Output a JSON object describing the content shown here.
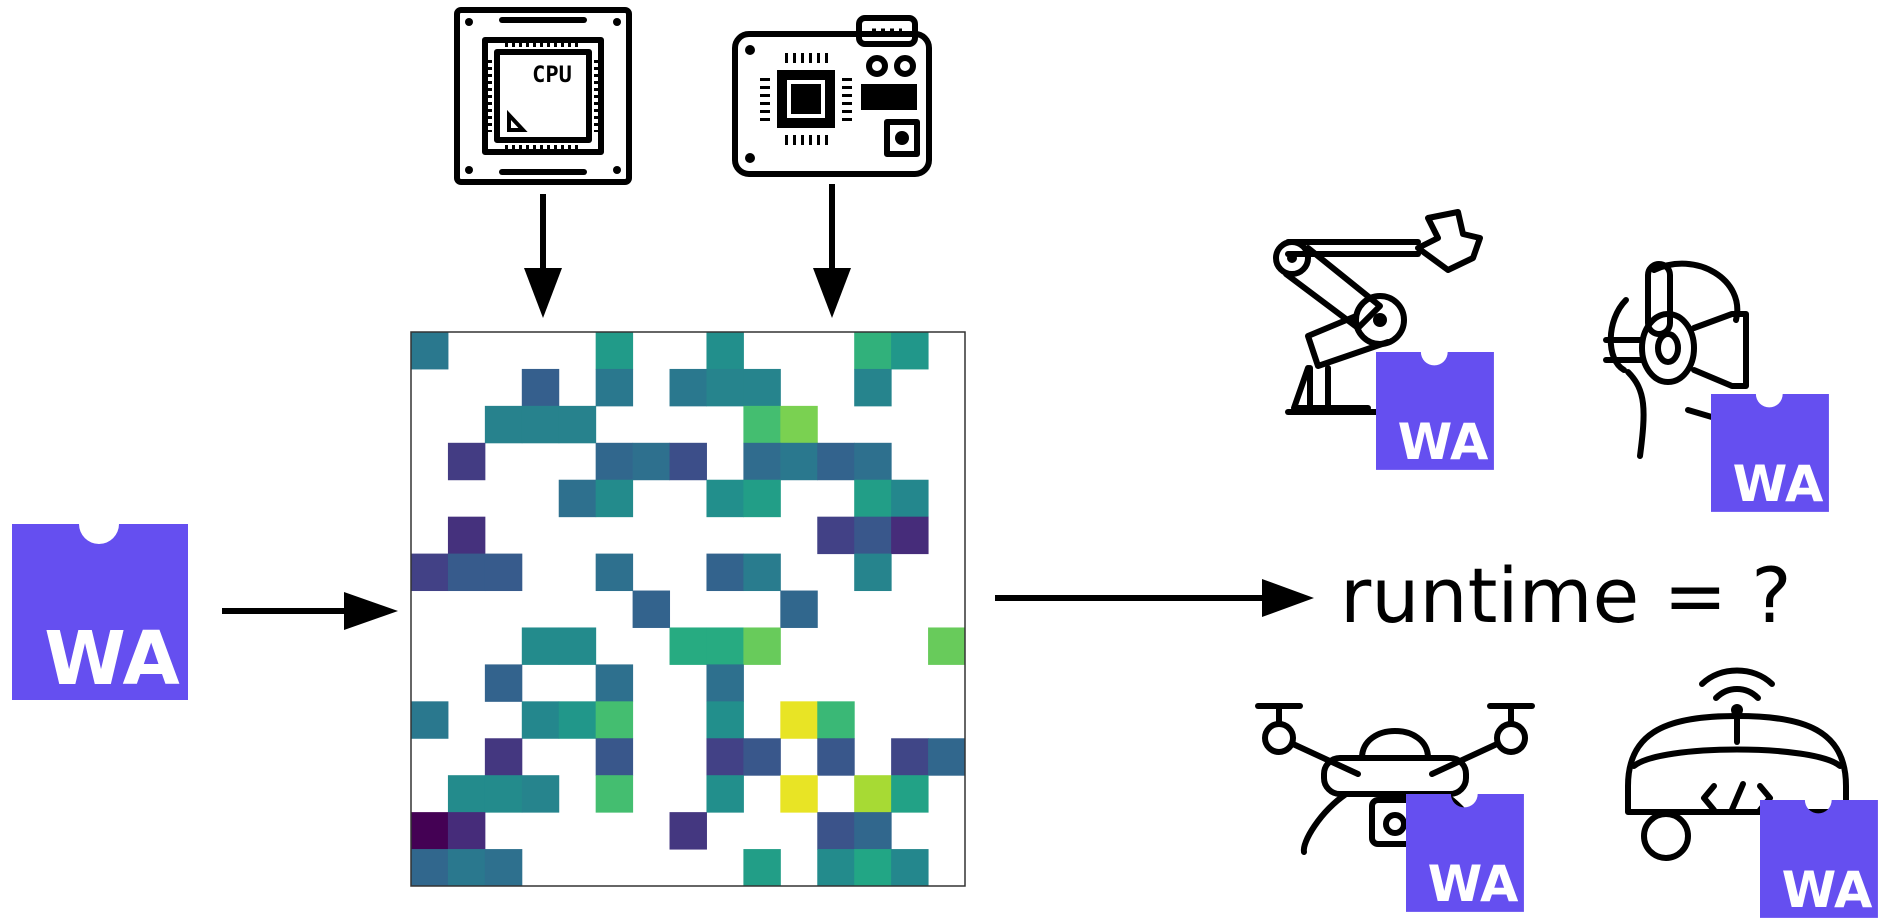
{
  "diagram": {
    "wa_logo_text": "WA",
    "cpu_label": "CPU",
    "result_text": "runtime = ?",
    "colors": {
      "wa_purple": "#654FF0",
      "stroke": "#000000",
      "background": "#ffffff"
    },
    "icons": [
      "cpu-chip-icon",
      "circuit-board-icon",
      "robotic-arm-icon",
      "vr-headset-icon",
      "drone-icon",
      "autonomous-car-icon"
    ],
    "matrix": {
      "rows": 15,
      "cols": 15,
      "colormap": "viridis",
      "values": [
        [
          0.5,
          null,
          null,
          null,
          null,
          0.68,
          null,
          null,
          0.62,
          null,
          null,
          null,
          0.78,
          0.66,
          null
        ],
        [
          null,
          null,
          null,
          0.38,
          null,
          0.5,
          null,
          0.5,
          0.56,
          0.56,
          null,
          null,
          0.56,
          null,
          null
        ],
        [
          null,
          null,
          0.55,
          0.55,
          0.55,
          null,
          null,
          null,
          null,
          0.82,
          0.88,
          null,
          null,
          null,
          null
        ],
        [
          null,
          0.22,
          null,
          null,
          null,
          0.42,
          0.46,
          0.3,
          null,
          0.44,
          0.5,
          0.4,
          0.46,
          null,
          null
        ],
        [
          null,
          null,
          null,
          null,
          0.46,
          0.6,
          null,
          null,
          0.62,
          0.7,
          null,
          null,
          0.7,
          0.58,
          null
        ],
        [
          null,
          0.18,
          null,
          null,
          null,
          null,
          null,
          null,
          null,
          null,
          null,
          0.24,
          0.34,
          0.16,
          null
        ],
        [
          0.24,
          0.36,
          0.36,
          null,
          null,
          0.46,
          null,
          null,
          0.4,
          0.52,
          null,
          null,
          0.56,
          null,
          null
        ],
        [
          null,
          null,
          null,
          null,
          null,
          null,
          0.4,
          null,
          null,
          null,
          0.42,
          null,
          null,
          null,
          null
        ],
        [
          null,
          null,
          null,
          0.6,
          0.6,
          null,
          null,
          0.76,
          0.76,
          0.86,
          null,
          null,
          null,
          null,
          0.86
        ],
        [
          null,
          null,
          0.4,
          null,
          null,
          0.46,
          null,
          null,
          0.46,
          null,
          null,
          null,
          null,
          null,
          null
        ],
        [
          0.5,
          null,
          null,
          0.58,
          0.66,
          0.82,
          null,
          null,
          0.62,
          null,
          0.98,
          0.8,
          null,
          null,
          null
        ],
        [
          null,
          null,
          0.2,
          null,
          null,
          0.34,
          null,
          null,
          0.24,
          0.34,
          null,
          0.34,
          null,
          0.26,
          0.42
        ],
        [
          null,
          0.6,
          0.6,
          0.56,
          null,
          0.82,
          null,
          null,
          0.62,
          null,
          0.98,
          null,
          0.92,
          0.72,
          null
        ],
        [
          0.0,
          0.16,
          null,
          null,
          null,
          null,
          null,
          0.2,
          null,
          null,
          null,
          0.32,
          0.42,
          null,
          null
        ],
        [
          0.42,
          0.5,
          0.46,
          null,
          null,
          null,
          null,
          null,
          null,
          0.7,
          null,
          0.6,
          0.74,
          0.58,
          null
        ]
      ]
    }
  }
}
